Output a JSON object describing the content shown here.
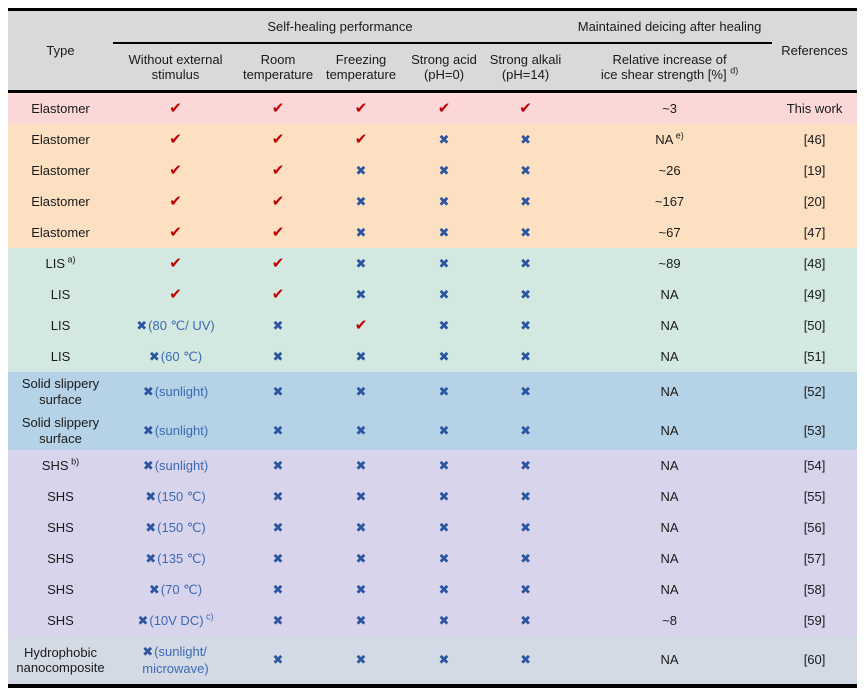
{
  "table": {
    "header": {
      "type": "Type",
      "group_self_healing": "Self-healing performance",
      "group_deicing": "Maintained deicing after healing",
      "references": "References",
      "subcols": [
        "Without external\nstimulus",
        "Room\ntemperature",
        "Freezing\ntemperature",
        "Strong acid\n(pH=0)",
        "Strong alkali\n(pH=14)"
      ],
      "increase_label": "Relative increase of\nice shear strength [%]",
      "increase_sup": "d)"
    },
    "legend": {
      "check": "✔",
      "cross": "✖"
    },
    "colors": {
      "check": "#c00000",
      "cross": "#2b55a0",
      "note_text": "#3c6ab1",
      "header_bg": "#d9d9d9",
      "band_pink": "#fbd7d7",
      "band_orange": "#fde0c1",
      "band_teal": "#d2e8e0",
      "band_blue": "#b5d2e6",
      "band_purple": "#d8d4ec",
      "band_steel": "#d3dae6"
    },
    "rows": [
      {
        "type": "Elastomer",
        "band": "pink",
        "marks": [
          {
            "m": "check"
          },
          {
            "m": "check"
          },
          {
            "m": "check"
          },
          {
            "m": "check"
          },
          {
            "m": "check"
          }
        ],
        "increase": "~3",
        "reference": "This work"
      },
      {
        "type": "Elastomer",
        "band": "orange",
        "marks": [
          {
            "m": "check"
          },
          {
            "m": "check"
          },
          {
            "m": "check"
          },
          {
            "m": "cross"
          },
          {
            "m": "cross"
          }
        ],
        "increase": "NA",
        "increase_sup": "e)",
        "reference": "[46]"
      },
      {
        "type": "Elastomer",
        "band": "orange",
        "marks": [
          {
            "m": "check"
          },
          {
            "m": "check"
          },
          {
            "m": "cross"
          },
          {
            "m": "cross"
          },
          {
            "m": "cross"
          }
        ],
        "increase": "~26",
        "reference": "[19]"
      },
      {
        "type": "Elastomer",
        "band": "orange",
        "marks": [
          {
            "m": "check"
          },
          {
            "m": "check"
          },
          {
            "m": "cross"
          },
          {
            "m": "cross"
          },
          {
            "m": "cross"
          }
        ],
        "increase": "~167",
        "reference": "[20]"
      },
      {
        "type": "Elastomer",
        "band": "orange",
        "marks": [
          {
            "m": "check"
          },
          {
            "m": "check"
          },
          {
            "m": "cross"
          },
          {
            "m": "cross"
          },
          {
            "m": "cross"
          }
        ],
        "increase": "~67",
        "reference": "[47]"
      },
      {
        "type": "LIS",
        "type_sup": "a)",
        "band": "teal",
        "marks": [
          {
            "m": "check"
          },
          {
            "m": "check"
          },
          {
            "m": "cross"
          },
          {
            "m": "cross"
          },
          {
            "m": "cross"
          }
        ],
        "increase": "~89",
        "reference": "[48]"
      },
      {
        "type": "LIS",
        "band": "teal",
        "marks": [
          {
            "m": "check"
          },
          {
            "m": "check"
          },
          {
            "m": "cross"
          },
          {
            "m": "cross"
          },
          {
            "m": "cross"
          }
        ],
        "increase": "NA",
        "reference": "[49]"
      },
      {
        "type": "LIS",
        "band": "teal",
        "marks": [
          {
            "m": "cross",
            "note": "(80 ℃/ UV)"
          },
          {
            "m": "cross"
          },
          {
            "m": "check"
          },
          {
            "m": "cross"
          },
          {
            "m": "cross"
          }
        ],
        "increase": "NA",
        "reference": "[50]"
      },
      {
        "type": "LIS",
        "band": "teal",
        "marks": [
          {
            "m": "cross",
            "note": "(60 ℃)"
          },
          {
            "m": "cross"
          },
          {
            "m": "cross"
          },
          {
            "m": "cross"
          },
          {
            "m": "cross"
          }
        ],
        "increase": "NA",
        "reference": "[51]"
      },
      {
        "type": "Solid slippery\nsurface",
        "band": "blue",
        "marks": [
          {
            "m": "cross",
            "note": "(sunlight)"
          },
          {
            "m": "cross"
          },
          {
            "m": "cross"
          },
          {
            "m": "cross"
          },
          {
            "m": "cross"
          }
        ],
        "increase": "NA",
        "reference": "[52]"
      },
      {
        "type": "Solid slippery\nsurface",
        "band": "blue",
        "marks": [
          {
            "m": "cross",
            "note": "(sunlight)"
          },
          {
            "m": "cross"
          },
          {
            "m": "cross"
          },
          {
            "m": "cross"
          },
          {
            "m": "cross"
          }
        ],
        "increase": "NA",
        "reference": "[53]"
      },
      {
        "type": "SHS",
        "type_sup": "b)",
        "band": "purple",
        "marks": [
          {
            "m": "cross",
            "note": "(sunlight)"
          },
          {
            "m": "cross"
          },
          {
            "m": "cross"
          },
          {
            "m": "cross"
          },
          {
            "m": "cross"
          }
        ],
        "increase": "NA",
        "reference": "[54]"
      },
      {
        "type": "SHS",
        "band": "purple",
        "marks": [
          {
            "m": "cross",
            "note": "(150 ℃)"
          },
          {
            "m": "cross"
          },
          {
            "m": "cross"
          },
          {
            "m": "cross"
          },
          {
            "m": "cross"
          }
        ],
        "increase": "NA",
        "reference": "[55]"
      },
      {
        "type": "SHS",
        "band": "purple",
        "marks": [
          {
            "m": "cross",
            "note": "(150 ℃)"
          },
          {
            "m": "cross"
          },
          {
            "m": "cross"
          },
          {
            "m": "cross"
          },
          {
            "m": "cross"
          }
        ],
        "increase": "NA",
        "reference": "[56]"
      },
      {
        "type": "SHS",
        "band": "purple",
        "marks": [
          {
            "m": "cross",
            "note": "(135 ℃)"
          },
          {
            "m": "cross"
          },
          {
            "m": "cross"
          },
          {
            "m": "cross"
          },
          {
            "m": "cross"
          }
        ],
        "increase": "NA",
        "reference": "[57]"
      },
      {
        "type": "SHS",
        "band": "purple",
        "marks": [
          {
            "m": "cross",
            "note": "(70 ℃)"
          },
          {
            "m": "cross"
          },
          {
            "m": "cross"
          },
          {
            "m": "cross"
          },
          {
            "m": "cross"
          }
        ],
        "increase": "NA",
        "reference": "[58]"
      },
      {
        "type": "SHS",
        "band": "purple",
        "marks": [
          {
            "m": "cross",
            "note": "(10V DC)",
            "sup": "c)"
          },
          {
            "m": "cross"
          },
          {
            "m": "cross"
          },
          {
            "m": "cross"
          },
          {
            "m": "cross"
          }
        ],
        "increase": "~8",
        "reference": "[59]"
      },
      {
        "type": "Hydrophobic\nnanocomposite",
        "band": "steel",
        "marks": [
          {
            "m": "cross",
            "note": "(sunlight/\nmicrowave)"
          },
          {
            "m": "cross"
          },
          {
            "m": "cross"
          },
          {
            "m": "cross"
          },
          {
            "m": "cross"
          }
        ],
        "increase": "NA",
        "reference": "[60]"
      }
    ]
  }
}
